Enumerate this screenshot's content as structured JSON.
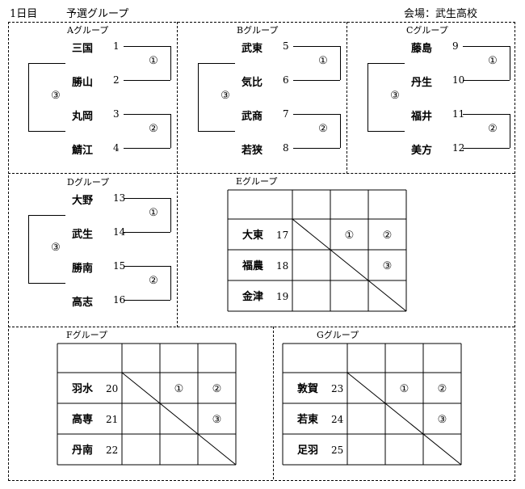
{
  "header": {
    "day": "1日目",
    "section": "予選グループ",
    "venue": "会場：武生高校"
  },
  "bracket_groups": [
    {
      "title": "Aグループ",
      "teams": [
        {
          "name": "三国",
          "seed": "1"
        },
        {
          "name": "勝山",
          "seed": "2"
        },
        {
          "name": "丸岡",
          "seed": "3"
        },
        {
          "name": "鯖江",
          "seed": "4"
        }
      ],
      "match_labels": [
        "①",
        "②",
        "③"
      ]
    },
    {
      "title": "Bグループ",
      "teams": [
        {
          "name": "武東",
          "seed": "5"
        },
        {
          "name": "気比",
          "seed": "6"
        },
        {
          "name": "武商",
          "seed": "7"
        },
        {
          "name": "若狭",
          "seed": "8"
        }
      ],
      "match_labels": [
        "①",
        "②",
        "③"
      ]
    },
    {
      "title": "Cグループ",
      "teams": [
        {
          "name": "藤島",
          "seed": "9"
        },
        {
          "name": "丹生",
          "seed": "10"
        },
        {
          "name": "福井",
          "seed": "11"
        },
        {
          "name": "美方",
          "seed": "12"
        }
      ],
      "match_labels": [
        "①",
        "②",
        "③"
      ]
    },
    {
      "title": "Dグループ",
      "teams": [
        {
          "name": "大野",
          "seed": "13"
        },
        {
          "name": "武生",
          "seed": "14"
        },
        {
          "name": "勝南",
          "seed": "15"
        },
        {
          "name": "高志",
          "seed": "16"
        }
      ],
      "match_labels": [
        "①",
        "②",
        "③"
      ]
    }
  ],
  "league_groups": [
    {
      "title": "Eグループ",
      "teams": [
        {
          "name": "大東",
          "seed": "17"
        },
        {
          "name": "福農",
          "seed": "18"
        },
        {
          "name": "金津",
          "seed": "19"
        }
      ],
      "match_labels": [
        "①",
        "②",
        "③"
      ]
    },
    {
      "title": "Fグループ",
      "teams": [
        {
          "name": "羽水",
          "seed": "20"
        },
        {
          "name": "高専",
          "seed": "21"
        },
        {
          "name": "丹南",
          "seed": "22"
        }
      ],
      "match_labels": [
        "①",
        "②",
        "③"
      ]
    },
    {
      "title": "Gグループ",
      "teams": [
        {
          "name": "敦賀",
          "seed": "23"
        },
        {
          "name": "若東",
          "seed": "24"
        },
        {
          "name": "足羽",
          "seed": "25"
        }
      ],
      "match_labels": [
        "①",
        "②",
        "③"
      ]
    }
  ]
}
